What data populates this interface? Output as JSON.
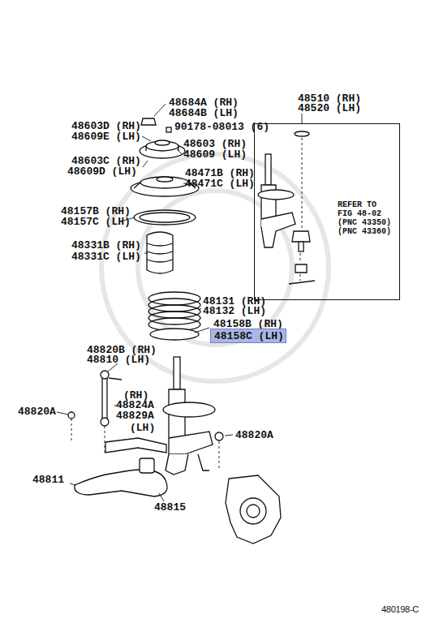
{
  "diagram": {
    "nodes": [
      {
        "text": [
          "REFER TO FIG 48-02 (PNC 43350) (PNC 43360)"
        ]
      },
      {
        "text": [
          "48158C (LH)"
        ]
      }
    ],
    "labels": [
      "48684A (RH)",
      "48684B (LH)",
      "48603D (RH)",
      "48609E (LH)",
      "90178-08013 (6)",
      "48603 (RH)",
      "48609 (LH)",
      "48603C (RH)",
      "48609D (LH)",
      "48471B (RH)",
      "48471C (LH)",
      "48510 (RH)",
      "48520 (LH)",
      "48157B (RH)",
      "48157C (LH)",
      "48331B (RH)",
      "48331C (LH)",
      "48131 (RH)",
      "48132 (LH)",
      "48158B (RH)",
      "48820B (RH)",
      "48810 (LH)",
      "(RH)",
      "48824A",
      "48829A",
      "(LH)",
      "48820A",
      "48820A",
      "48811",
      "48815",
      "480198-C"
    ]
  }
}
